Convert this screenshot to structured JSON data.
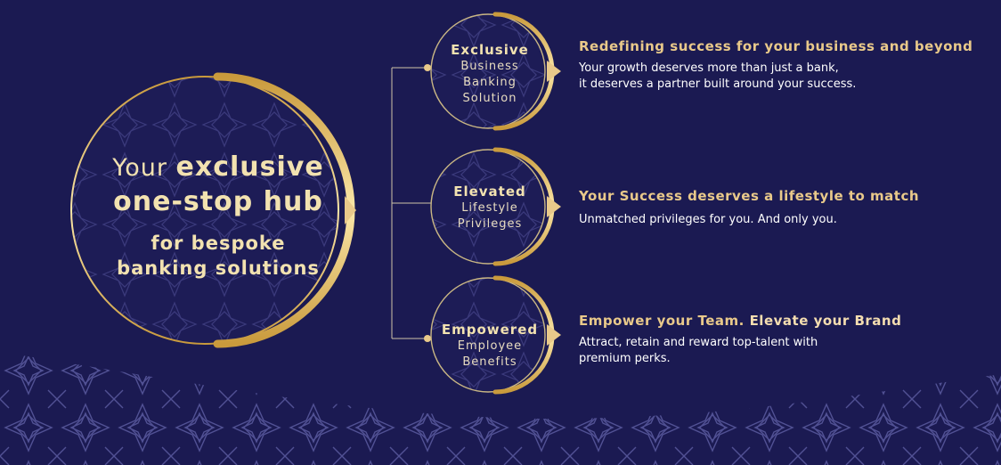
{
  "hero": {
    "line1_prefix": "Your",
    "line1_bold": "exclusive",
    "line2": "one-stop hub",
    "sub1": "for bespoke",
    "sub2": "banking solutions"
  },
  "items": [
    {
      "title": "Exclusive",
      "sub1": "Business",
      "sub2": "Banking",
      "sub3": "Solution",
      "heading": "Redefining success for your business and beyond",
      "desc1": "Your growth deserves more than just a bank,",
      "desc2": "it deserves a partner built around your success."
    },
    {
      "title": "Elevated",
      "sub1": "Lifestyle",
      "sub2": "Privileges",
      "heading": "Your Success deserves a lifestyle to match",
      "desc1": "Unmatched privileges for you. And only you."
    },
    {
      "title": "Empowered",
      "sub1": "Employee",
      "sub2": "Benefits",
      "heading_a": "Empower your Team.",
      "heading_b": "Elevate your Brand",
      "desc1": "Attract, retain and reward top-talent with",
      "desc2": "premium perks."
    }
  ],
  "colors": {
    "background": "#1b1a52",
    "gold": "#e9c98a",
    "gold_light": "#f2e2b0",
    "pattern": "#5a5aa0"
  }
}
